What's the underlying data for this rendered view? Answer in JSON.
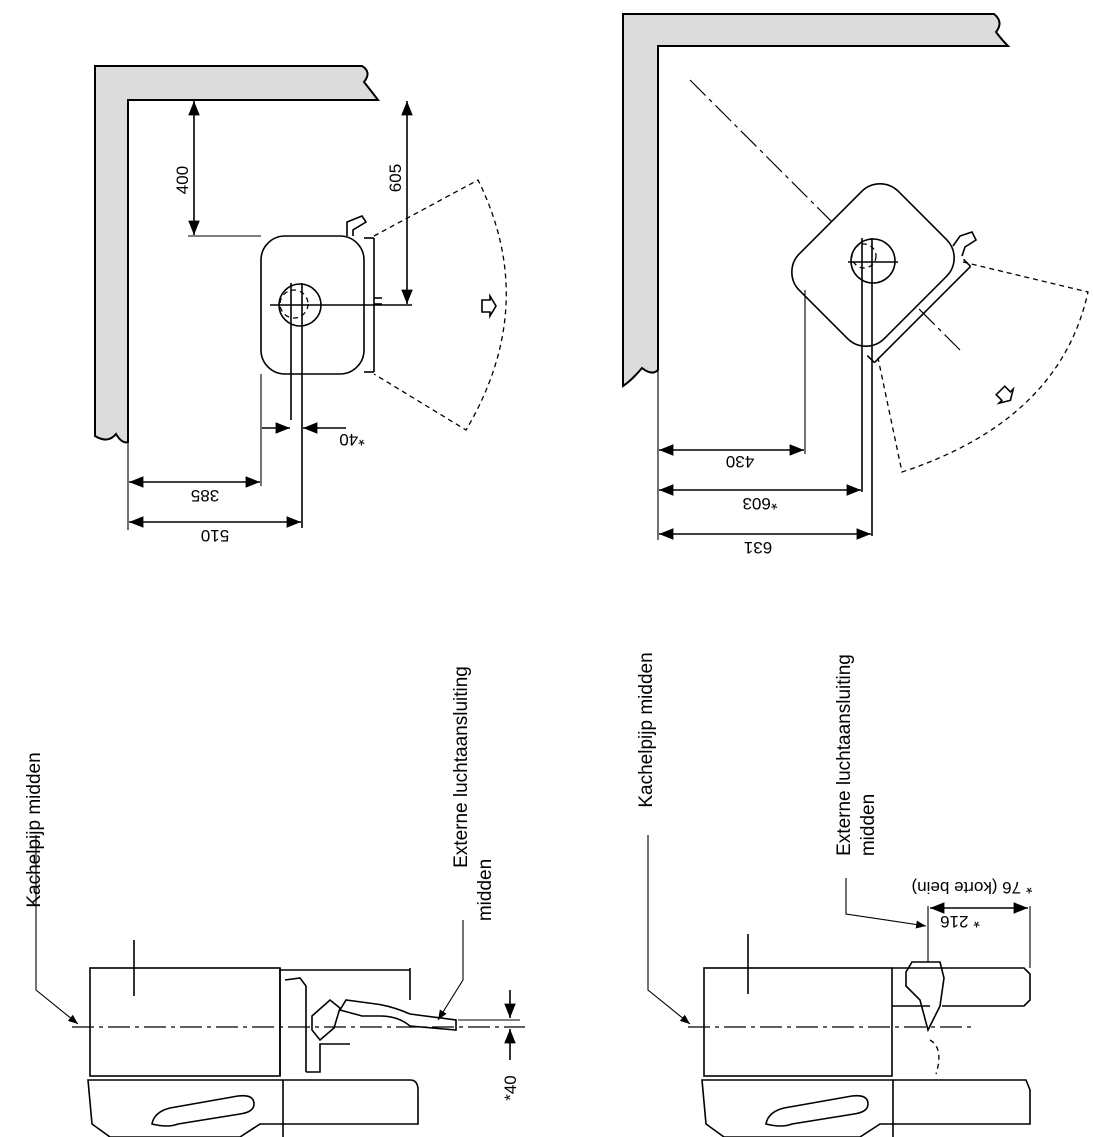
{
  "top_left": {
    "dims": {
      "wall_gap": "400",
      "pipe_depth": "605",
      "side_clearance": "385",
      "pipe_center": "510",
      "air_offset": "*40"
    }
  },
  "top_right": {
    "dims": {
      "corner_clearance": "430",
      "air_center": "*603",
      "pipe_center": "631"
    }
  },
  "bottom_left": {
    "labels": {
      "pipe_center": "Kachelpijp midden",
      "air_line1": "Externe luchtaansluiting",
      "air_line2": "midden"
    },
    "dims": {
      "air_offset": "*40"
    }
  },
  "bottom_right": {
    "labels": {
      "pipe_center": "Kachelpijp midden",
      "air_line1": "Externe luchtaansluiting",
      "air_line2": "midden"
    },
    "dims": {
      "short_leg": "* 76 (korte bein)",
      "long_leg": "* 216"
    }
  }
}
